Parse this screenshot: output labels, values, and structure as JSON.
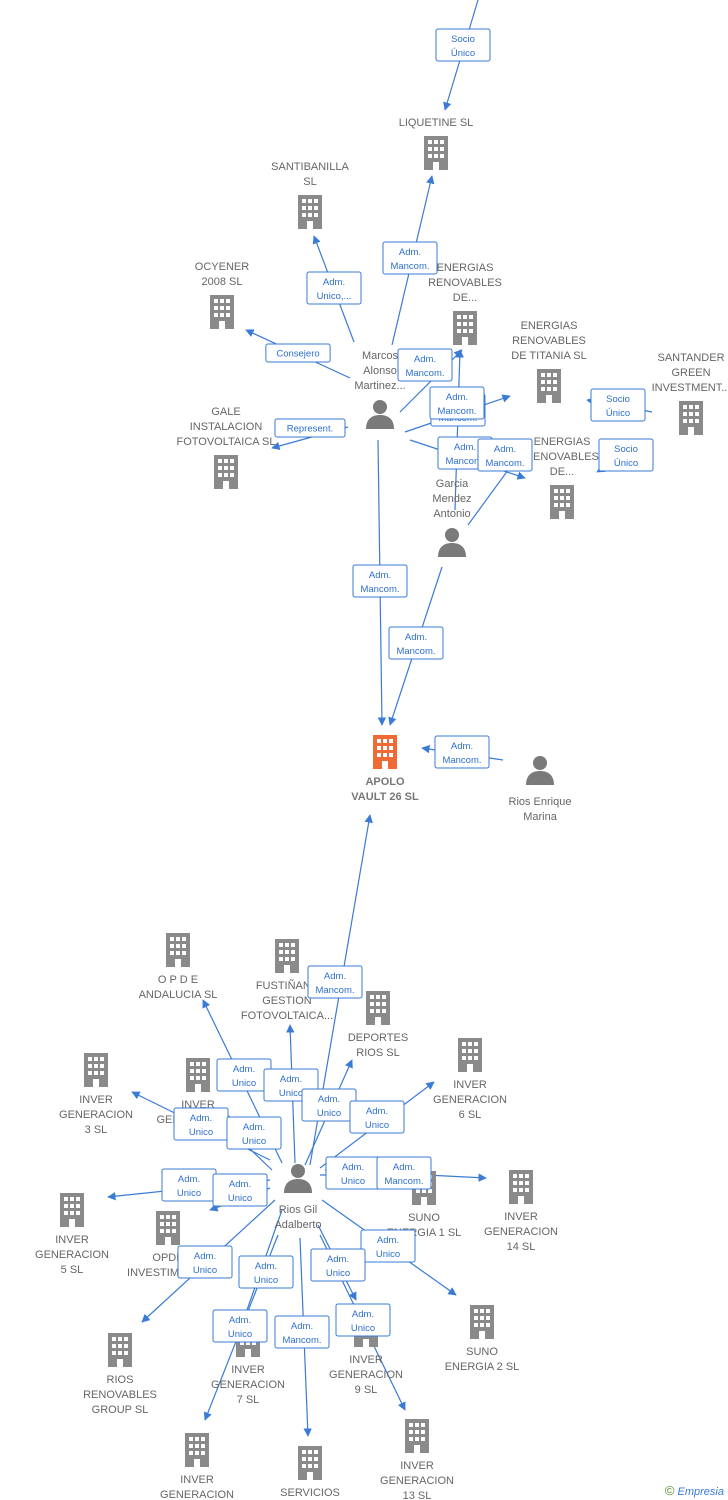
{
  "colors": {
    "edge": "#3a7bd5",
    "company": "#8a8a8a",
    "main_company": "#f06a35",
    "person": "#7a7a7a"
  },
  "nodes": [
    {
      "id": "apolo",
      "type": "company",
      "main": true,
      "lines": [
        "APOLO",
        "VAULT 26  SL"
      ]
    },
    {
      "id": "liquetine",
      "type": "company",
      "lines": [
        "LIQUETINE  SL"
      ]
    },
    {
      "id": "santibanilla",
      "type": "company",
      "lines": [
        "SANTIBANILLA",
        "SL"
      ]
    },
    {
      "id": "ocyener",
      "type": "company",
      "lines": [
        "OCYENER",
        "2008 SL"
      ]
    },
    {
      "id": "energias_de",
      "type": "company",
      "lines": [
        "ENERGIAS",
        "RENOVABLES",
        "DE..."
      ]
    },
    {
      "id": "energias_titania",
      "type": "company",
      "lines": [
        "ENERGIAS",
        "RENOVABLES",
        "DE TITANIA  SL"
      ]
    },
    {
      "id": "santander",
      "type": "company",
      "lines": [
        "SANTANDER",
        "GREEN",
        "INVESTMENT..."
      ]
    },
    {
      "id": "gale",
      "type": "company",
      "lines": [
        "GALE",
        "INSTALACION",
        "FOTOVOLTAICA SL"
      ]
    },
    {
      "id": "energias_de2",
      "type": "company",
      "lines": [
        "ENERGIAS",
        "RENOVABLES",
        "DE..."
      ]
    },
    {
      "id": "marcos",
      "type": "person",
      "lines": [
        "Marcos",
        "Alonso",
        "Martinez..."
      ]
    },
    {
      "id": "garcia",
      "type": "person",
      "lines": [
        "Garcia",
        "Mendez",
        "Antonio"
      ]
    },
    {
      "id": "rios_enrique",
      "type": "person",
      "lines": [
        "Rios Enrique",
        "Marina"
      ]
    },
    {
      "id": "rios_gil",
      "type": "person",
      "lines": [
        "Rios Gil",
        "Adalberto"
      ]
    },
    {
      "id": "opde_andalucia",
      "type": "company",
      "lines": [
        "O P D E",
        "ANDALUCIA SL"
      ]
    },
    {
      "id": "fustinan",
      "type": "company",
      "lines": [
        "FUSTIÑANA",
        "GESTION",
        "FOTOVOLTAICA..."
      ]
    },
    {
      "id": "deportes",
      "type": "company",
      "lines": [
        "DEPORTES",
        "RIOS  SL"
      ]
    },
    {
      "id": "inver6",
      "type": "company",
      "lines": [
        "INVER",
        "GENERACION",
        "6  SL"
      ]
    },
    {
      "id": "inver3",
      "type": "company",
      "lines": [
        "INVER",
        "GENERACION",
        "3  SL"
      ]
    },
    {
      "id": "inver_gen",
      "type": "company",
      "lines": [
        "INVER",
        "GENERACION..."
      ]
    },
    {
      "id": "suno1",
      "type": "company",
      "lines": [
        "SUNO",
        "ENERGIA 1  SL"
      ]
    },
    {
      "id": "inver14",
      "type": "company",
      "lines": [
        "INVER",
        "GENERACION",
        "14  SL"
      ]
    },
    {
      "id": "inver5",
      "type": "company",
      "lines": [
        "INVER",
        "GENERACION",
        "5  SL"
      ]
    },
    {
      "id": "opde_invest",
      "type": "company",
      "lines": [
        "OPDE",
        "INVESTIMENT..."
      ]
    },
    {
      "id": "suno2",
      "type": "company",
      "lines": [
        "SUNO",
        "ENERGIA 2  SL"
      ]
    },
    {
      "id": "rios_renov",
      "type": "company",
      "lines": [
        "RIOS",
        "RENOVABLES",
        "GROUP SL"
      ]
    },
    {
      "id": "inver7",
      "type": "company",
      "lines": [
        "INVER",
        "GENERACION",
        "7  SL"
      ]
    },
    {
      "id": "inver9",
      "type": "company",
      "lines": [
        "INVER",
        "GENERACION",
        "9  SL"
      ]
    },
    {
      "id": "inver_bottom",
      "type": "company",
      "lines": [
        "INVER",
        "GENERACION"
      ]
    },
    {
      "id": "servicios",
      "type": "company",
      "lines": [
        "SERVICIOS"
      ]
    },
    {
      "id": "inver13",
      "type": "company",
      "lines": [
        "INVER",
        "GENERACION",
        "13  SL"
      ]
    }
  ],
  "relations": [
    {
      "from": "",
      "to": "liquetine",
      "lines": [
        "Socio",
        "Único"
      ]
    },
    {
      "from": "marcos",
      "to": "liquetine",
      "lines": [
        "Adm.",
        "Mancom."
      ]
    },
    {
      "from": "marcos",
      "to": "santibanilla",
      "lines": [
        "Adm.",
        "Unico,..."
      ]
    },
    {
      "from": "marcos",
      "to": "ocyener",
      "lines": [
        "Consejero"
      ]
    },
    {
      "from": "marcos",
      "to": "gale",
      "lines": [
        "Represent."
      ]
    },
    {
      "from": "marcos",
      "to": "energias_de",
      "lines": [
        "Adm.",
        "Mancom."
      ]
    },
    {
      "from": "marcos",
      "to": "energias_titania",
      "lines": [
        "Adm.",
        "Mancom."
      ]
    },
    {
      "from": "marcos",
      "to": "energias_de2",
      "lines": [
        "Adm.",
        "Mancom."
      ]
    },
    {
      "from": "garcia",
      "to": "energias_titania",
      "lines": [
        "Adm.",
        "Mancom."
      ]
    },
    {
      "from": "garcia",
      "to": "energias_de",
      "lines": [
        "Adm.",
        "Mancom."
      ]
    },
    {
      "from": "santander",
      "to": "energias_titania",
      "lines": [
        "Socio",
        "Único"
      ]
    },
    {
      "from": "santander",
      "to": "energias_de2",
      "lines": [
        "Socio",
        "Único"
      ]
    },
    {
      "from": "marcos",
      "to": "apolo",
      "lines": [
        "Adm.",
        "Mancom."
      ]
    },
    {
      "from": "garcia",
      "to": "apolo",
      "lines": [
        "Adm.",
        "Mancom."
      ]
    },
    {
      "from": "rios_enrique",
      "to": "apolo",
      "lines": [
        "Adm.",
        "Mancom."
      ]
    },
    {
      "from": "rios_gil",
      "to": "apolo",
      "lines": [
        "Adm.",
        "Mancom."
      ]
    },
    {
      "from": "rios_gil",
      "to": "opde_andalucia",
      "lines": [
        "Adm.",
        "Unico"
      ]
    },
    {
      "from": "rios_gil",
      "to": "fustinan",
      "lines": [
        "Adm.",
        "Unico"
      ]
    },
    {
      "from": "rios_gil",
      "to": "deportes",
      "lines": [
        "Adm.",
        "Unico"
      ]
    },
    {
      "from": "rios_gil",
      "to": "inver6",
      "lines": [
        "Adm.",
        "Unico"
      ]
    },
    {
      "from": "rios_gil",
      "to": "inver3",
      "lines": [
        "Adm.",
        "Unico"
      ]
    },
    {
      "from": "rios_gil",
      "to": "inver_gen",
      "lines": [
        "Adm.",
        "Unico"
      ]
    },
    {
      "from": "rios_gil",
      "to": "suno1",
      "lines": [
        "Adm.",
        "Unico"
      ]
    },
    {
      "from": "rios_gil",
      "to": "inver14",
      "lines": [
        "Adm.",
        "Mancom."
      ]
    },
    {
      "from": "rios_gil",
      "to": "inver5",
      "lines": [
        "Adm.",
        "Unico"
      ]
    },
    {
      "from": "rios_gil",
      "to": "opde_invest",
      "lines": [
        "Adm.",
        "Unico"
      ]
    },
    {
      "from": "rios_gil",
      "to": "rios_renov",
      "lines": [
        "Adm.",
        "Unico"
      ]
    },
    {
      "from": "rios_gil",
      "to": "inver7",
      "lines": [
        "Adm.",
        "Unico"
      ]
    },
    {
      "from": "rios_gil",
      "to": "suno2",
      "lines": [
        "Adm.",
        "Unico"
      ]
    },
    {
      "from": "rios_gil",
      "to": "inver9",
      "lines": [
        "Adm.",
        "Unico"
      ]
    },
    {
      "from": "rios_gil",
      "to": "inver13",
      "lines": [
        "Adm.",
        "Unico"
      ]
    },
    {
      "from": "rios_gil",
      "to": "servicios",
      "lines": [
        "Adm.",
        "Mancom."
      ]
    },
    {
      "from": "rios_gil",
      "to": "inver_bottom",
      "lines": [
        "Adm.",
        "Unico"
      ]
    }
  ],
  "footer": {
    "copyright": "©",
    "brand": "Empresia"
  }
}
